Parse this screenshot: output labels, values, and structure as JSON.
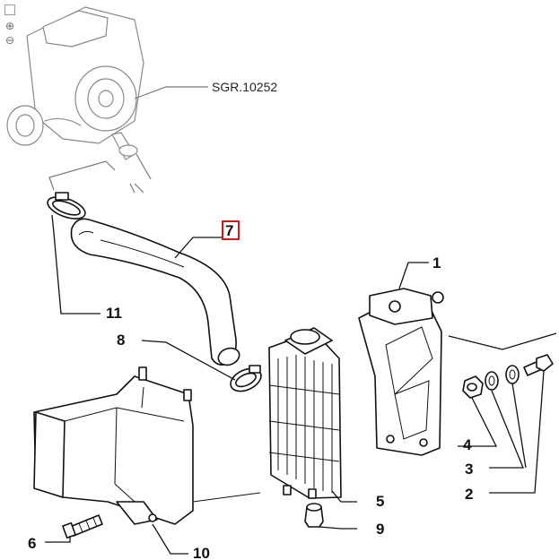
{
  "toolbar": {
    "fullscreen_icon": "fullscreen-icon",
    "zoom_in_icon": "zoom-in-icon",
    "zoom_out_icon": "zoom-out-icon"
  },
  "diagram": {
    "reference_label": "SGR.10252",
    "highlighted_callout": "7",
    "callouts": {
      "c1": "1",
      "c2": "2",
      "c3": "3",
      "c4": "4",
      "c5": "5",
      "c6": "6",
      "c7": "7",
      "c8": "8",
      "c9": "9",
      "c10": "10",
      "c11": "11"
    },
    "highlight_color": "#d11b1b",
    "line_color": "#111111"
  }
}
